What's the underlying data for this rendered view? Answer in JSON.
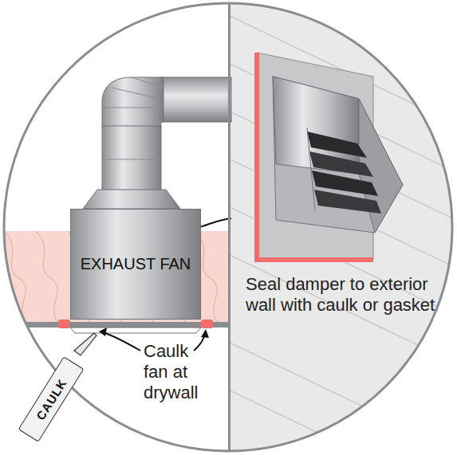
{
  "diagram": {
    "nodes": [
      {
        "text": [
          "EXHAUST FAN"
        ]
      },
      {
        "text": [
          "CAULK"
        ]
      }
    ],
    "labels": [
      "Caulk fan at drywall",
      "Seal damper to exterior wall with caulk or gasket"
    ]
  }
}
